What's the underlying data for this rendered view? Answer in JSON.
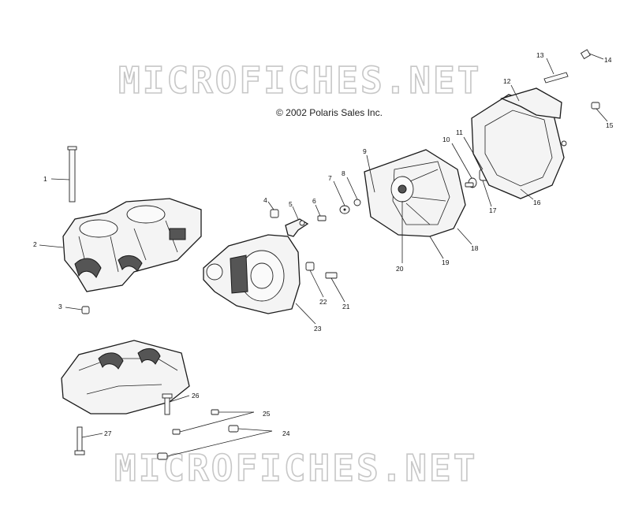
{
  "copyright": "© 2002 Polaris Sales Inc.",
  "watermark_top": "MICROFICHES.NET",
  "watermark_bottom": "MICROFICHES.NET",
  "callouts": {
    "c1": "1",
    "c2": "2",
    "c3": "3",
    "c4": "4",
    "c5": "5",
    "c6": "6",
    "c7": "7",
    "c8": "8",
    "c9": "9",
    "c10": "10",
    "c11": "11",
    "c12": "12",
    "c13": "13",
    "c14": "14",
    "c15": "15",
    "c16": "16",
    "c17": "17",
    "c18": "18",
    "c19": "19",
    "c20": "20",
    "c21": "21",
    "c22": "22",
    "c23": "23",
    "c24": "24",
    "c25": "25",
    "c26": "26",
    "c27": "27"
  }
}
